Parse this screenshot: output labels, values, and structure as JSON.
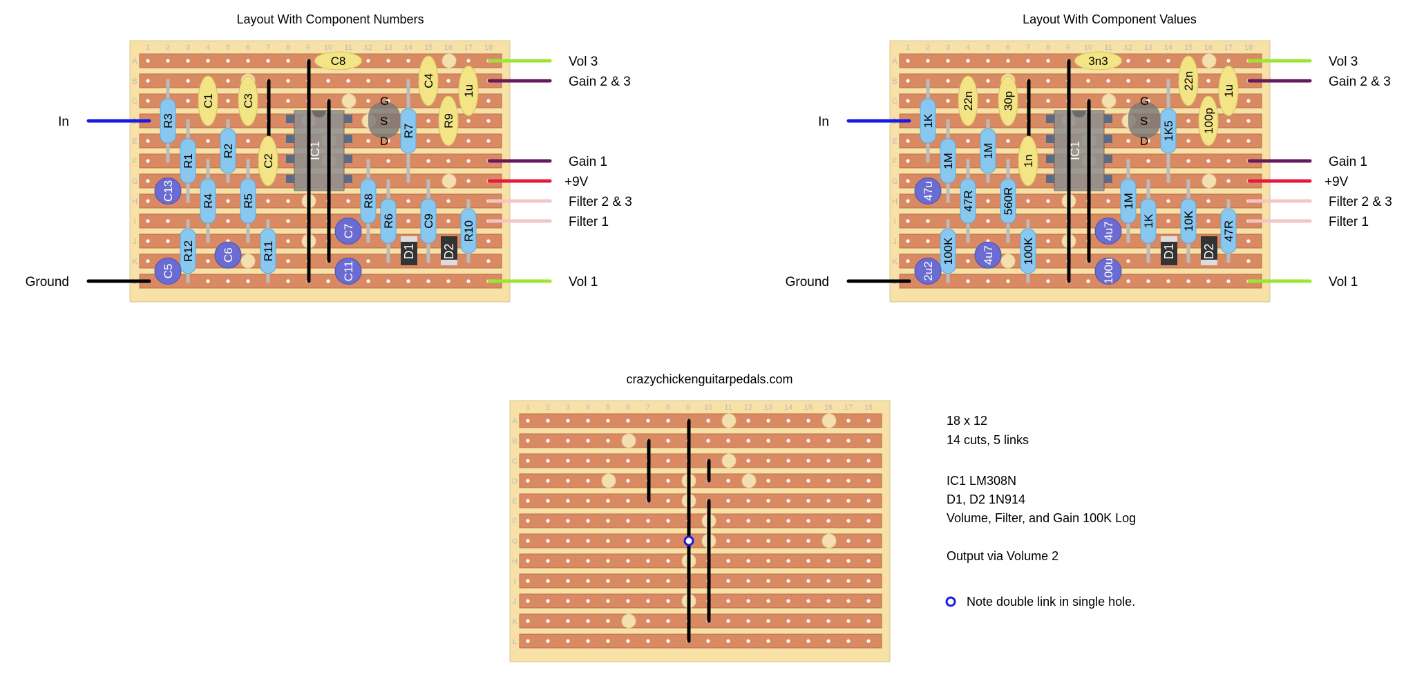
{
  "site": "crazychickenguitarpedals.com",
  "column_numbers": [
    "1",
    "2",
    "3",
    "4",
    "5",
    "6",
    "7",
    "8",
    "9",
    "10",
    "11",
    "12",
    "13",
    "14",
    "15",
    "16",
    "17",
    "18"
  ],
  "row_letters": [
    "A",
    "B",
    "C",
    "D",
    "E",
    "F",
    "G",
    "H",
    "I",
    "J",
    "K",
    "L"
  ],
  "left_layout": {
    "title": "Layout With Component Numbers",
    "ic": "IC1",
    "transistor_pins": [
      "G",
      "S",
      "D"
    ],
    "diodes": [
      "D1",
      "D2"
    ],
    "components": [
      "C8",
      "R3",
      "R1",
      "C1",
      "R4",
      "R12",
      "R2",
      "C3",
      "R5",
      "C2",
      "R11",
      "R8",
      "R6",
      "R7",
      "C9",
      "C4",
      "R9",
      "1u",
      "R10",
      "C13",
      "C5",
      "C6",
      "C7",
      "C11"
    ]
  },
  "right_layout": {
    "title": "Layout With Component Values",
    "ic": "IC1",
    "transistor_pins": [
      "G",
      "S",
      "D"
    ],
    "diodes": [
      "D1",
      "D2"
    ],
    "components": [
      "3n3",
      "1K",
      "1M",
      "22n",
      "47R",
      "100K",
      "1M",
      "30p",
      "560R",
      "1n",
      "100K",
      "1M",
      "1K",
      "1K5",
      "10K",
      "22n",
      "100p",
      "1u",
      "47R",
      "47u",
      "2u2",
      "4u7",
      "4u7",
      "100u"
    ]
  },
  "wires": {
    "in": "In",
    "ground": "Ground",
    "vol3": "Vol 3",
    "gain23": "Gain 2 & 3",
    "gain1": "Gain 1",
    "v9": "+9V",
    "filter23": "Filter 2 & 3",
    "filter1": "Filter 1",
    "vol1": "Vol 1"
  },
  "notes": {
    "size": "18 x 12",
    "cuts": "14 cuts, 5 links",
    "ic": "IC1 LM308N",
    "diodes": "D1, D2 1N914",
    "pots": "Volume, Filter, and Gain 100K Log",
    "output": "Output via Volume 2",
    "double_link": "Note double link in single hole."
  },
  "colors": {
    "board": "#f7e1a6",
    "strip": "#d98a63",
    "resistor": "#88c8f0",
    "film_cap": "#f3e486",
    "elec_cap": "#6b6cd2",
    "link": "#000000",
    "wire_in": "#1a1ae6",
    "wire_vol": "#99e633",
    "wire_gain": "#661a5c",
    "wire_9v": "#e6193c",
    "wire_filter": "#f5c4c4"
  }
}
